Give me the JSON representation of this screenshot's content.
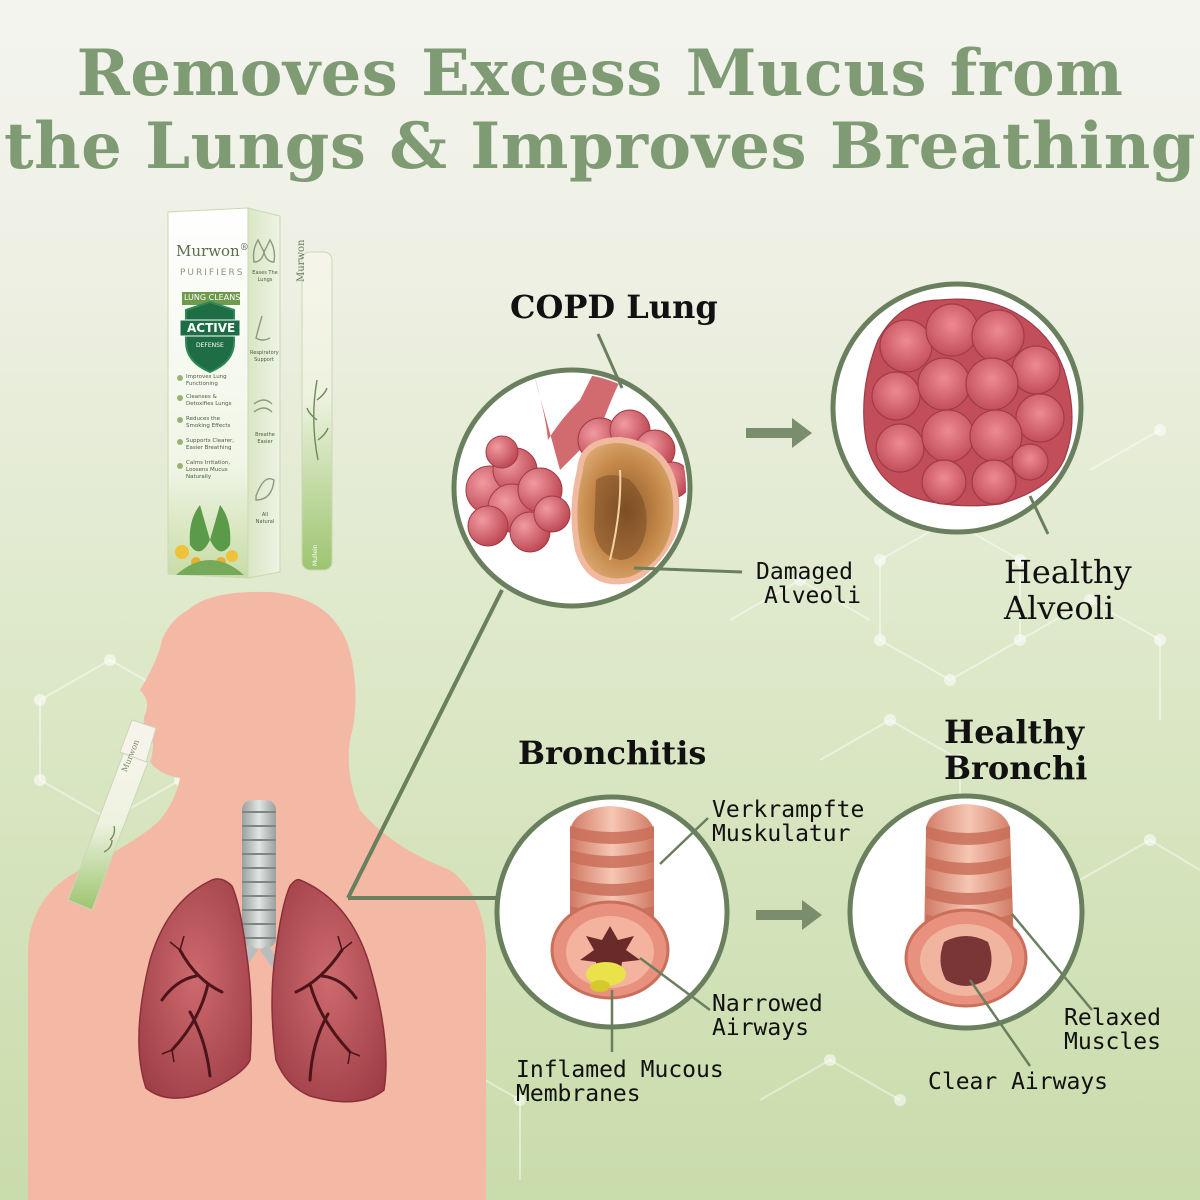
{
  "headline": {
    "line1": "Removes Excess Mucus from",
    "line2": "the Lungs & Improves Breathing"
  },
  "product": {
    "brand": "Murwon",
    "registered_mark": "®",
    "line": "PURIFIERS",
    "product_name": "LUNG CLEANSE",
    "badge_top": "ACTIVE",
    "badge_bottom": "DEFENSE",
    "benefits": [
      "Improves Lung Functioning",
      "Cleanses & Detoxifies Lungs",
      "Reduces the Smoking Effects",
      "Supports Clearer, Easier Breathing",
      "Calms Irritation, Loosens Mucus Naturally"
    ],
    "side_icons": [
      {
        "icon": "lungs-icon",
        "label": "Eases The Lungs"
      },
      {
        "icon": "nose-icon",
        "label": "Respiratory Support"
      },
      {
        "icon": "breath-icon",
        "label": "Breathe Easier"
      },
      {
        "icon": "leaf-icon",
        "label": "All Natural"
      }
    ],
    "stick_brand": "Murwon",
    "stick_foot": "Mullein"
  },
  "inhaler_in_mouth_label": "Murwon",
  "labels": {
    "copd_title": "COPD Lung",
    "damaged": [
      "Damaged",
      "Alveoli"
    ],
    "healthy_alveoli": [
      "Healthy",
      "Alveoli"
    ],
    "bronchitis_title": "Bronchitis",
    "healthy_bronchi": [
      "Healthy",
      "Bronchi"
    ],
    "verkrampfte": [
      "Verkrampfte",
      "Muskulatur"
    ],
    "narrowed": [
      "Narrowed",
      "Airways"
    ],
    "inflamed": [
      "Inflamed Mucous",
      "Membranes"
    ],
    "relaxed": [
      "Relaxed",
      "Muscles"
    ],
    "clear_airways": "Clear Airways"
  },
  "colors": {
    "headline": "#7f9b74",
    "circle_border": "#6a7f5d",
    "arrow": "#7a8d6c",
    "skin": "#f3b9a5",
    "lung": "#b5515a",
    "alveoli": "#c7555f",
    "bronchus_stripe": "#c96f5a"
  }
}
